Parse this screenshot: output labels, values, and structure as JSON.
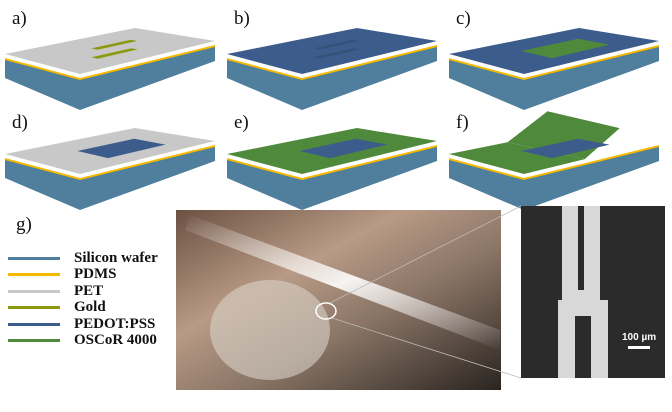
{
  "panels": [
    {
      "label": "a)",
      "top": "PET",
      "features": "gold-strips"
    },
    {
      "label": "b)",
      "top": "PEDOT:PSS",
      "features": "gold-strips"
    },
    {
      "label": "c)",
      "top": "PEDOT:PSS",
      "features": "osco-square"
    },
    {
      "label": "d)",
      "top": "PET",
      "features": "pedot-square"
    },
    {
      "label": "e)",
      "top": "OSCoR 4000",
      "features": "pedot-square"
    },
    {
      "label": "f)",
      "top": "OSCoR 4000",
      "features": "pedot-square-peeled"
    }
  ],
  "g_label": "g)",
  "legend": [
    {
      "name": "Silicon wafer",
      "color": "#4f7f9c"
    },
    {
      "name": "PDMS",
      "color": "#f5b800"
    },
    {
      "name": "PET",
      "color": "#c8c8c8"
    },
    {
      "name": "Gold",
      "color": "#8b9a10"
    },
    {
      "name": "PEDOT:PSS",
      "color": "#3c5c8c"
    },
    {
      "name": "OSCoR 4000",
      "color": "#4f8a3c"
    }
  ],
  "scale_bar": "100 µm"
}
